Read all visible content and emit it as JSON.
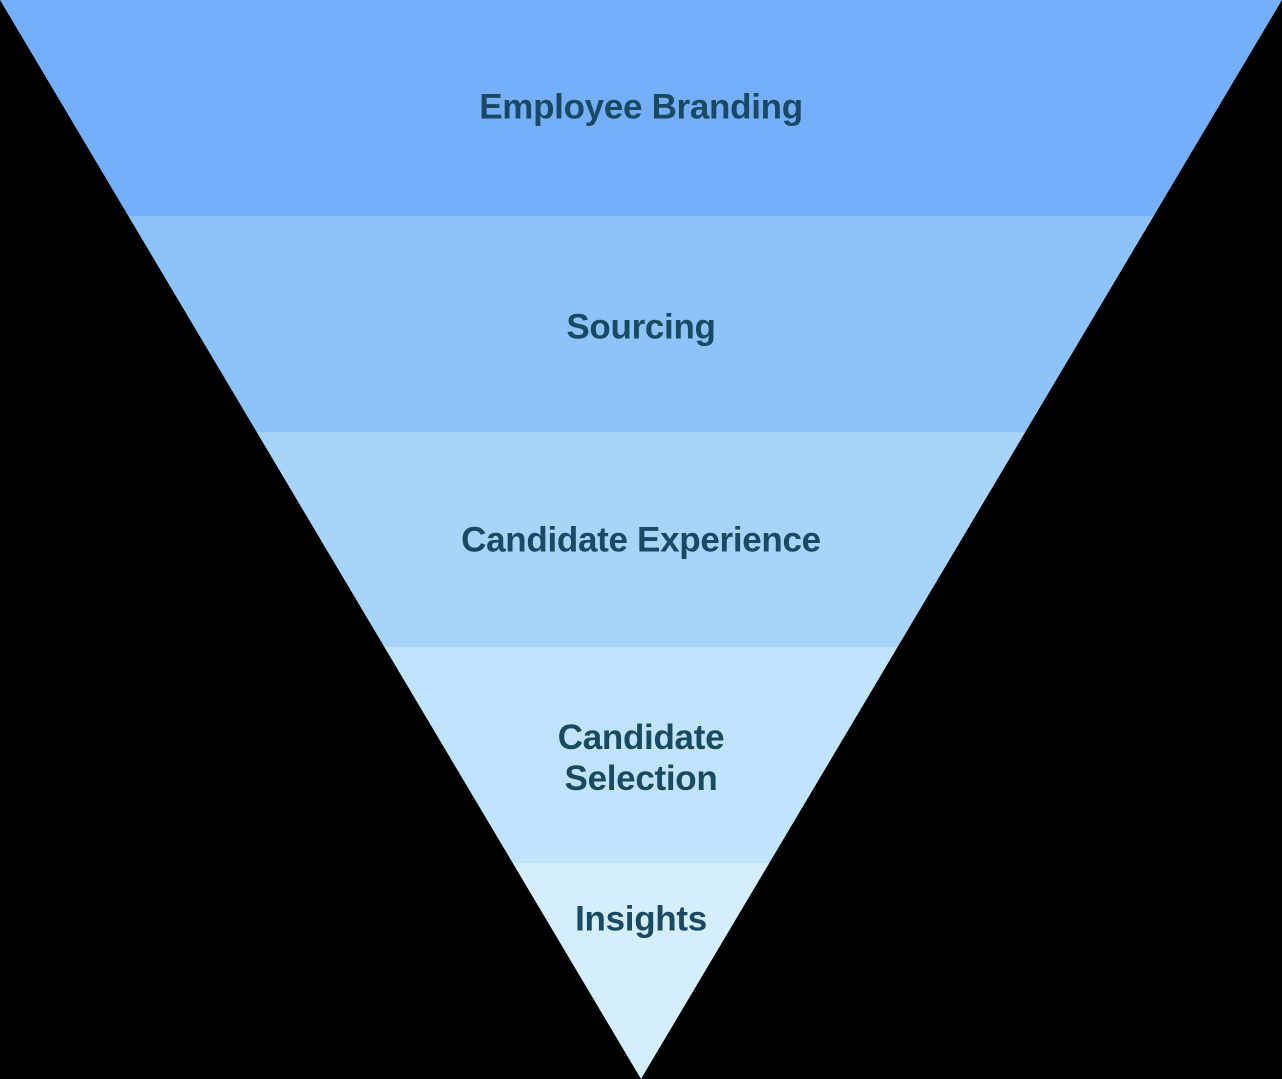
{
  "page": {
    "background_color": "#000000",
    "title": "Recruitment Funnel Diagram"
  },
  "funnel": {
    "type": "inverted-funnel",
    "direction": "top-wide-to-bottom-tip",
    "text_color": "#1A4A63",
    "layers": [
      {
        "label": "Employee Branding",
        "color": "#75AFF9"
      },
      {
        "label": "Sourcing",
        "color": "#8EC3FA"
      },
      {
        "label": "Candidate Experience",
        "color": "#A8D4FB"
      },
      {
        "label": "Candidate Selection",
        "color": "#C0E4FC"
      },
      {
        "label": "Insights",
        "color": "#D4EEFC"
      }
    ]
  }
}
